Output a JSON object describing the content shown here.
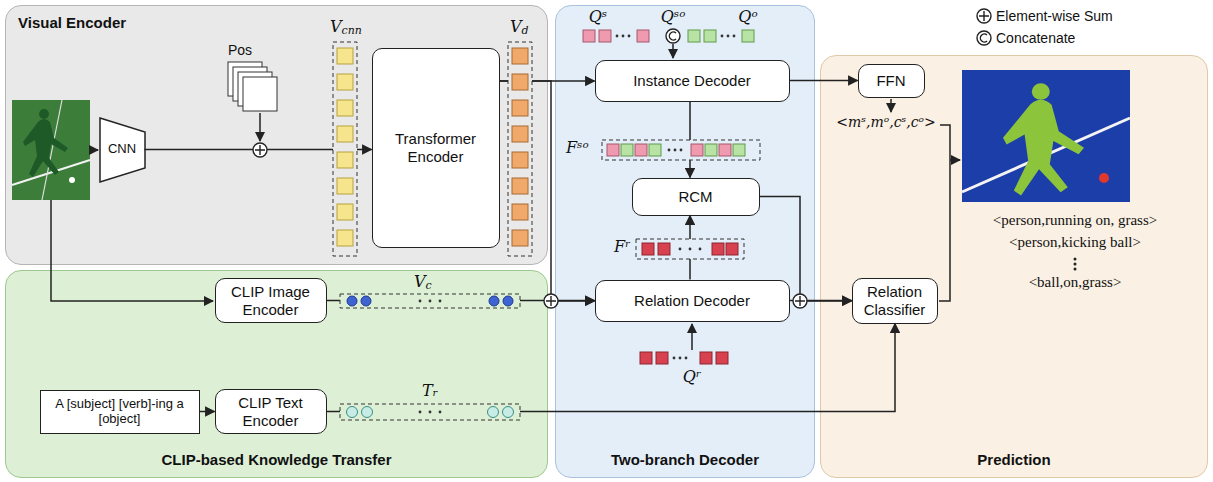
{
  "diagram": {
    "nodes": [
      {
        "text": [
          "Visual Encoder"
        ]
      },
      {
        "text": [
          "CNN"
        ],
        "in": 0
      },
      {
        "text": [
          "Transformer Encoder"
        ],
        "in": 0
      },
      {
        "text": [
          "CLIP-based Knowledge Transfer"
        ]
      },
      {
        "text": [
          "CLIP Image Encoder"
        ],
        "in": 3
      },
      {
        "text": [
          "A [subject] [verb]-ing a [object]"
        ],
        "in": 3
      },
      {
        "text": [
          "CLIP Text Encoder"
        ],
        "in": 3
      },
      {
        "text": [
          "Two-branch Decoder"
        ]
      },
      {
        "text": [
          "Instance Decoder"
        ],
        "in": 7
      },
      {
        "text": [
          "RCM"
        ],
        "in": 7
      },
      {
        "text": [
          "Relation Decoder"
        ],
        "in": 7
      },
      {
        "text": [
          "Prediction"
        ]
      },
      {
        "text": [
          "FFN"
        ],
        "in": 11
      },
      {
        "text": [
          "Relation Classifier"
        ],
        "in": 11
      }
    ],
    "edges": [
      {
        "from": 1,
        "to": 2,
        "arrow": "to"
      },
      {
        "from": 2,
        "to": 8,
        "arrow": "to"
      },
      {
        "from": 2,
        "to": 10,
        "arrow": "to"
      },
      {
        "from": 4,
        "to": 10,
        "arrow": "to"
      },
      {
        "from": 5,
        "to": 6,
        "arrow": "to"
      },
      {
        "from": 6,
        "to": 13,
        "arrow": "to"
      },
      {
        "from": 8,
        "to": 9,
        "arrow": "to"
      },
      {
        "from": 10,
        "to": 9,
        "arrow": "to"
      },
      {
        "from": 8,
        "to": 12,
        "arrow": "to"
      },
      {
        "from": 9,
        "to": 13,
        "arrow": "to"
      },
      {
        "from": 10,
        "to": 13,
        "arrow": "to"
      }
    ],
    "labels": [
      "Pos",
      "V",
      "cnn",
      "V",
      "d",
      "Qˢ",
      "Qˢᵒ",
      "Qᵒ",
      "Fˢᵒ",
      "Fʳ",
      "Qʳ",
      "V",
      "c",
      "Tᵣ",
      "<mˢ,mᵒ,cˢ,cᵒ>",
      "<person,running on, grass>",
      "<person,kicking ball>",
      "<ball,on,grass>"
    ],
    "legend": [
      {
        "text": "Element-wise Sum"
      },
      {
        "text": "Concatenate"
      }
    ]
  }
}
